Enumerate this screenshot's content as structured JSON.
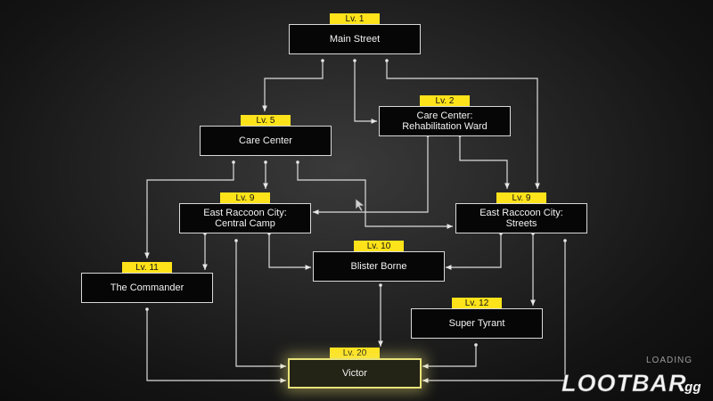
{
  "nodes": {
    "main_street": {
      "level": "Lv. 1",
      "label": "Main Street"
    },
    "care_center": {
      "level": "Lv. 5",
      "label": "Care Center"
    },
    "rehab_ward": {
      "level": "Lv. 2",
      "label": "Care Center:\nRehabilitation Ward"
    },
    "east_central_camp": {
      "level": "Lv. 9",
      "label": "East Raccoon City:\nCentral Camp"
    },
    "east_streets": {
      "level": "Lv. 9",
      "label": "East Raccoon City:\nStreets"
    },
    "blister_borne": {
      "level": "Lv. 10",
      "label": "Blister Borne"
    },
    "commander": {
      "level": "Lv. 11",
      "label": "The Commander"
    },
    "super_tyrant": {
      "level": "Lv. 12",
      "label": "Super Tyrant"
    },
    "victor": {
      "level": "Lv. 20",
      "label": "Victor"
    }
  },
  "status": {
    "loading_text": "LOADING"
  },
  "branding": {
    "logo_text": "LOOTBAR",
    "logo_suffix": ".gg"
  },
  "colors": {
    "level_badge": "#ffe31a",
    "line": "#e6e6e6",
    "highlight": "#e8e37a"
  }
}
